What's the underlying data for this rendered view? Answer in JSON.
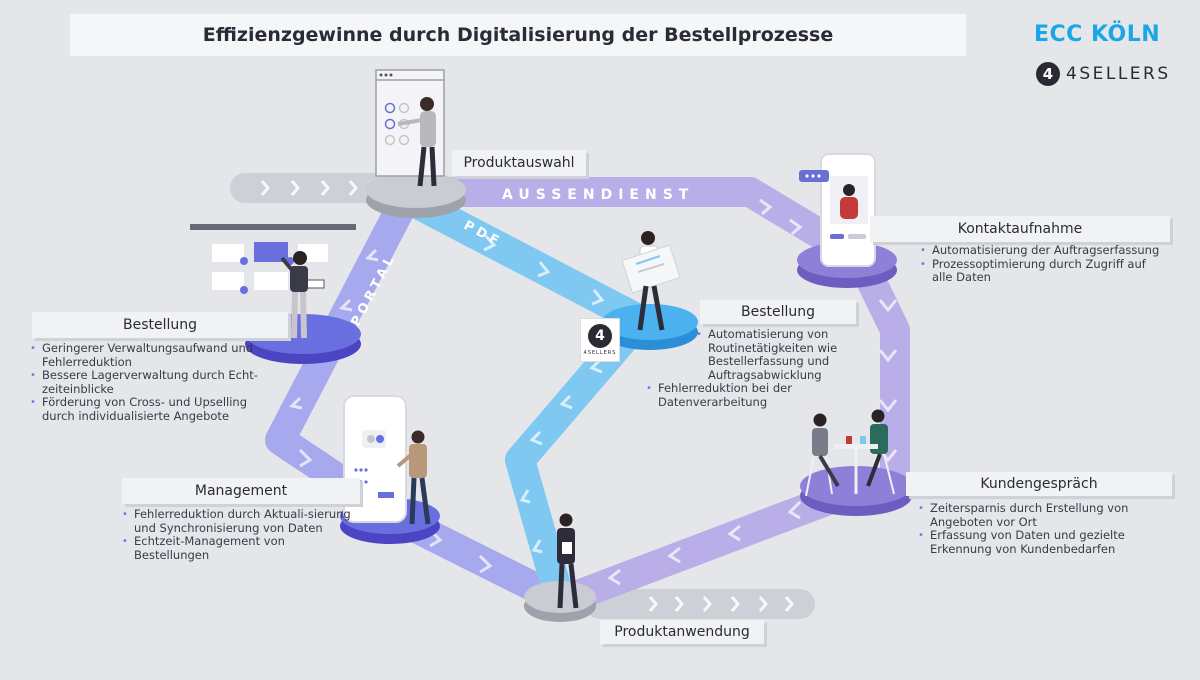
{
  "title": "Effizienzgewinne durch Digitalisierung der Bestellprozesse",
  "logos": {
    "ecc": "ECC KÖLN",
    "foursellers_digit": "4",
    "foursellers_text": "4SELLERS",
    "badge_text": "4SELLERS"
  },
  "channels": {
    "aussendienst": "AUSSENDIENST",
    "pdf": "PDF",
    "portal": "PORTAL"
  },
  "colors": {
    "purple_light": "#b9aee8",
    "purple": "#8e80d8",
    "blue": "#7ec8f2",
    "indigo": "#6a6fd6",
    "grey_track": "#cdd0d6",
    "accent_blue": "#1aa7e8"
  },
  "nodes": {
    "produktauswahl": {
      "label": "Produktauswahl"
    },
    "kontaktaufnahme": {
      "label": "Kontaktaufnahme",
      "bullets": [
        "Automatisierung der Auftragserfassung",
        "Prozessoptimierung durch Zugriff auf alle Daten"
      ]
    },
    "bestellung_left": {
      "label": "Bestellung",
      "bullets": [
        "Geringerer Verwaltungsaufwand und Fehlerreduktion",
        "Bessere Lagerverwaltung durch Echt-zeiteinblicke",
        "Förderung von Cross- und Upselling durch individualisierte Angebote"
      ]
    },
    "bestellung_center": {
      "label": "Bestellung",
      "bullets": [
        "Automatisierung von Routinetätigkeiten wie Bestellerfassung und Auftragsabwicklung",
        "Fehlerreduktion bei der Datenverarbeitung"
      ]
    },
    "management": {
      "label": "Management",
      "bullets": [
        "Fehlerreduktion durch Aktuali-sierung und Synchronisierung von Daten",
        "Echtzeit-Management von Bestellungen"
      ]
    },
    "kundengespraech": {
      "label": "Kundengespräch",
      "bullets": [
        "Zeitersparnis durch Erstellung von Angeboten vor Ort",
        "Erfassung von Daten und gezielte Erkennung von Kundenbedarfen"
      ]
    },
    "produktanwendung": {
      "label": "Produktanwendung"
    }
  }
}
